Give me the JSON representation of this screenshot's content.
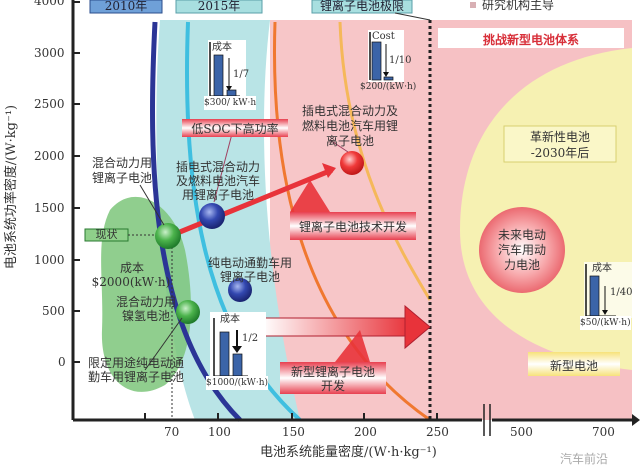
{
  "chart_data": {
    "type": "scatter",
    "title": "",
    "xlabel": "电池系统能量密度/(W·h·kg⁻¹)",
    "ylabel": "电池系统功率密度/(W·kg⁻¹)",
    "x_ticks": [
      "70",
      "100",
      "150",
      "200",
      "250",
      "500",
      "700"
    ],
    "y_ticks": [
      "0",
      "500",
      "1000",
      "1500",
      "2000",
      "2500",
      "3000",
      "4000"
    ],
    "ylim": [
      -500,
      4000
    ],
    "axis_break": "between 250 and 500",
    "grid": false,
    "legend": [
      "研究机构主导"
    ],
    "period_labels": [
      "2010年",
      "2015年",
      "锂离子电池极限"
    ],
    "points": [
      {
        "label": "混合动力用锂离子电池",
        "x": 70,
        "y": 1250,
        "color": "#3aa84a",
        "note": "现状"
      },
      {
        "label": "混合动力用镍氢电池",
        "x": 80,
        "y": 500,
        "color": "#3aa84a"
      },
      {
        "label": "插电式混合动力及燃料电池汽车用锂离子电池",
        "x": 88,
        "y": 1450,
        "color": "#2b3fa8"
      },
      {
        "label": "纯电动通勤车用锂离子电池",
        "x": 100,
        "y": 700,
        "color": "#2b3fa8"
      },
      {
        "label": "插电式混合动力及燃料电池汽车用锂离子电池 (target)",
        "x": 190,
        "y": 2000,
        "color": "#e8333a"
      },
      {
        "label": "未来电动汽车用动力电池",
        "x": 600,
        "y": 1000,
        "color": "#e8636a"
      }
    ],
    "cost_insets": [
      {
        "label": "成本",
        "value": "$300/ kW·h",
        "reduction": "1/7"
      },
      {
        "label": "Cost",
        "value": "$200/(kW·h)",
        "reduction": "1/10"
      },
      {
        "label": "成本",
        "value": "$1000/(kW·h)",
        "reduction": "1/2"
      },
      {
        "label": "成本",
        "value": "$50/(kW·h)",
        "reduction": "1/40"
      }
    ],
    "annotations": [
      "挑战新型电池体系",
      "革新性电池 -2030年后",
      "低SOC下高功率",
      "锂离子电池技术开发",
      "新型锂离子电池开发",
      "新型电池",
      "成本 $2000(kW·h)",
      "限定用途纯电动通勤车用锂离子电池",
      "现状"
    ]
  },
  "legend": {
    "label": "研究机构主导"
  },
  "header": {
    "p2010": "2010年",
    "p2015": "2015年",
    "limit": "锂离子电池极限"
  },
  "labels": {
    "challenge": "挑战新型电池体系",
    "revolution_1": "革新性电池",
    "revolution_2": "-2030年后",
    "future_1": "未来电动",
    "future_2": "汽车用动",
    "future_3": "力电池",
    "new_battery": "新型电池",
    "low_soc": "低SOC下高功率",
    "li_dev": "锂离子电池技术开发",
    "new_li_1": "新型锂离子电池",
    "new_li_2": "开发",
    "hev_li_1": "混合动力用",
    "hev_li_2": "锂离子电池",
    "status": "现状",
    "cost2000_1": "成本",
    "cost2000_2": "$2000(kW·h)",
    "nimh_1": "混合动力用",
    "nimh_2": "镍氢电池",
    "limited_1": "限定用途纯电动通",
    "limited_2": "勤车用锂离子电池",
    "phev_1": "插电式混合动力",
    "phev_2": "及燃料电池汽车",
    "phev_3": "用锂离子电池",
    "ev_1": "纯电动通勤车用",
    "ev_2": "锂离子电池",
    "phev_t1": "插电式混合动力及",
    "phev_t2": "燃料电池汽车用锂",
    "phev_t3": "离子电池"
  },
  "insets": [
    {
      "title": "成本",
      "value": "$300/ kW·h",
      "ratio": "1/7"
    },
    {
      "title": "Cost",
      "value": "$200/(kW·h)",
      "ratio": "1/10"
    },
    {
      "title": "成本",
      "value": "$1000/(kW·h)",
      "ratio": "1/2"
    },
    {
      "title": "成本",
      "value": "$50/(kW·h)",
      "ratio": "1/40"
    }
  ],
  "axes": {
    "y_title": "电池系统功率密度/(W·kg⁻¹)",
    "x_title": "电池系统能量密度/(W·h·kg⁻¹)",
    "y_ticks": [
      "4000",
      "3000",
      "2500",
      "2000",
      "1500",
      "1000",
      "500",
      "0"
    ],
    "x_ticks": [
      "70",
      "100",
      "150",
      "200",
      "250",
      "500",
      "700"
    ]
  },
  "watermark": "汽车前沿"
}
